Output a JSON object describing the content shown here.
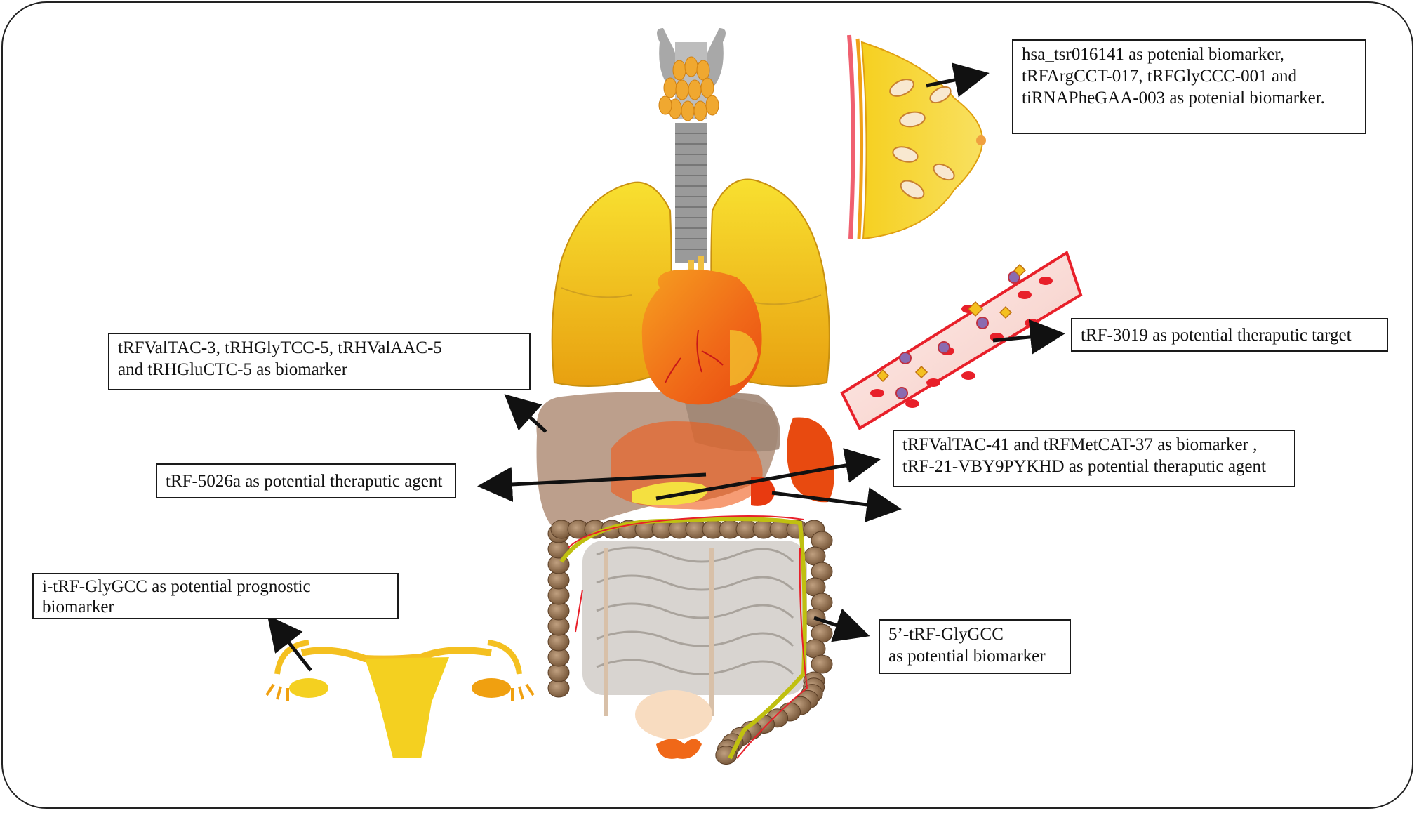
{
  "labels": {
    "breast": {
      "lines": [
        "hsa_tsr016141 as potenial biomarker,",
        "tRFArgCCT-017, tRFGlyCCC-001 and",
        "tiRNAPheGAA-003 as potenial biomarker."
      ]
    },
    "blood": {
      "lines": [
        "tRF-3019 as potential theraputic target"
      ]
    },
    "liver": {
      "lines": [
        "tRFValTAC-3, tRHGlyTCC-5, tRHValAAC-5",
        "and tRHGluCTC-5 as biomarker"
      ]
    },
    "stomach": {
      "lines": [
        "tRF-5026a as potential theraputic agent"
      ]
    },
    "pancreas": {
      "lines": [
        "tRFValTAC-41 and tRFMetCAT-37 as biomarker ,",
        "tRF-21-VBY9PYKHD as potential theraputic agent"
      ]
    },
    "ovary": {
      "lines": [
        "i-tRF-GlyGCC as  potential prognostic",
        "biomarker"
      ]
    },
    "colon": {
      "lines": [
        "5’-tRF-GlyGCC",
        "as potential biomarker"
      ]
    }
  },
  "colors": {
    "lung": "#f5c518",
    "heart": "#f07818",
    "liver": "#b89a86",
    "colon": "#8a6a4c",
    "intestine": "#d8d4d0",
    "vessel_red": "#e8202a",
    "arrow": "#111111"
  }
}
